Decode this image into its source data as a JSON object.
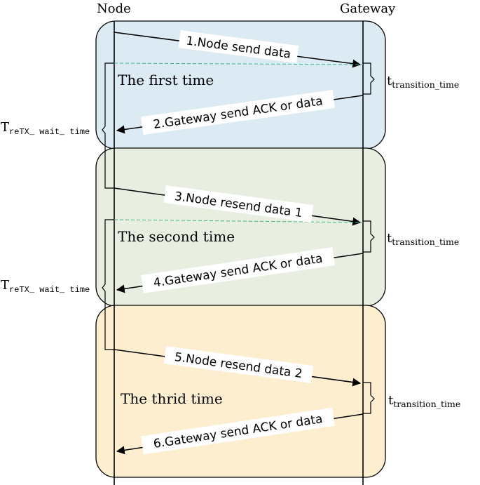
{
  "participants": {
    "node": "Node",
    "gateway": "Gateway"
  },
  "colors": {
    "phase1": "#dbeaf3",
    "phase2": "#e8efe0",
    "phase3": "#fdeecf",
    "line": "#000000",
    "dashed": "#3fb58a"
  },
  "phases": [
    {
      "label": "The first time",
      "message1": "1.Node send data",
      "message2": "2.Gateway send ACK or data"
    },
    {
      "label": "The second time",
      "message1": "3.Node resend data 1",
      "message2": "4.Gateway send ACK or data"
    },
    {
      "label": "The thrid time",
      "message1": "5.Node resend data 2",
      "message2": "6.Gateway send ACK or data"
    }
  ],
  "timing": {
    "wait_main": "T",
    "wait_sub": "reTX_ wait_ time",
    "transition_main": "t",
    "transition_sub": "transition_time"
  }
}
